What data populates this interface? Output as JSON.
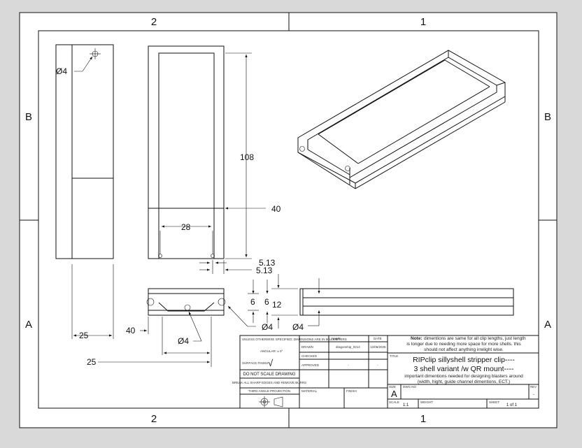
{
  "sheet": {
    "zones_top": [
      "2",
      "1"
    ],
    "zones_bottom": [
      "2",
      "1"
    ],
    "zones_left": [
      "B",
      "A"
    ],
    "zones_right": [
      "B",
      "A"
    ]
  },
  "dimensions": {
    "hole_front": "Ø4",
    "length": "108",
    "overall_width": "40",
    "inner_width": "28",
    "offset_a": "5.13",
    "offset_b": "5.13",
    "base_width": "25",
    "width_bottom": "40",
    "hole_bottom": "Ø4",
    "base_width_bottom": "25",
    "channel_a": "6",
    "channel_b": "6",
    "height": "12",
    "hole_end_a": "Ø4",
    "hole_end_b": "Ø4"
  },
  "title_block": {
    "general_notes": "UNLESS OTHERWISE SPECIFIED: DIMENSIONS ARE IN MILLIMETERS",
    "angular_tol": "ANGULAR: ± 0°",
    "surface_finish": "SURFACE FINISH:",
    "surface_mark": "√",
    "do_not_scale": "DO NOT SCALE DRAWING",
    "break_edges": "BREAK ALL SHARP EDGES AND REMOVE BURRS",
    "projection": "THIRD ANGLE PROJECTION",
    "name_header": "NAME",
    "date_header": "DATE",
    "drawn_label": "DRAWN",
    "drawn_name": "dragonship_0214",
    "drawn_date": "12/06/2025",
    "checked_label": "CHECKED",
    "approved_label": "APPROVED",
    "approved_name": "-",
    "approved_date": "-",
    "material_label": "MATERIAL",
    "finish_label": "FINISH",
    "note_title": "Note:",
    "note_text_1": "dimentions are same for all clip lengths, just length",
    "note_text_2": "is longer due to needing more space for more shells. this",
    "note_text_3": "should not affect anything irrelight wise.",
    "title_label": "TITLE",
    "title_line_1": "RIPclip sillyshell stripper clip----",
    "title_line_2": "3 shell variant /w QR mount----",
    "title_note_1": "important dimentions needed for designing blasters around",
    "title_note_2": "(width, hight, guide channel dimentions, ECT.)",
    "size_label": "SIZE",
    "size_value": "A",
    "dwg_label": "DWG NO",
    "rev_label": "REV",
    "rev_value": "-",
    "scale_label": "SCALE",
    "scale_value": "1:1",
    "weight_label": "WEIGHT",
    "sheet_label": "SHEET",
    "sheet_value": "1 of 1"
  }
}
